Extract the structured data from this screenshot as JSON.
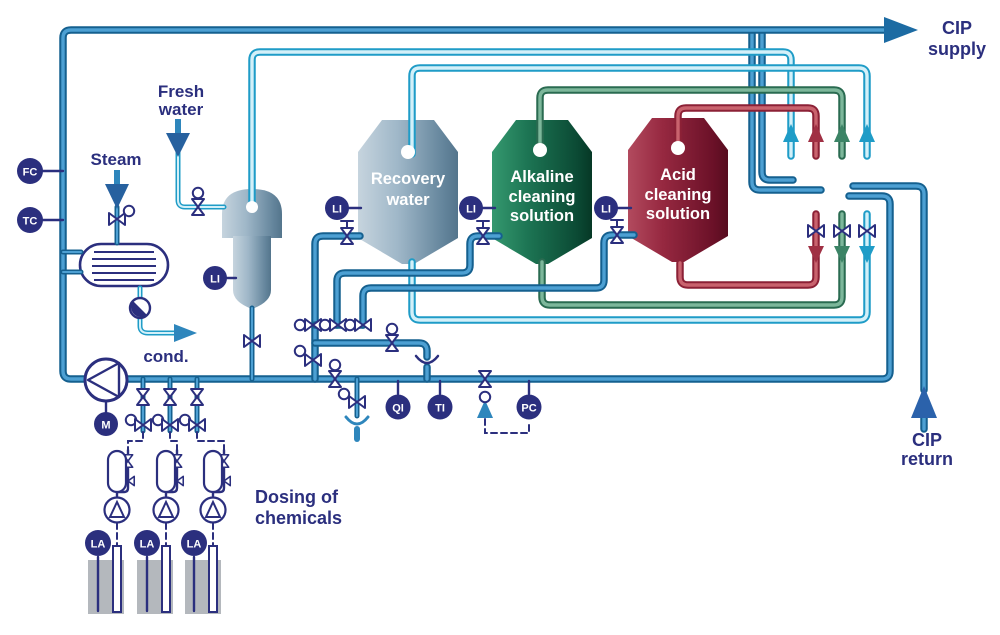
{
  "diagram": {
    "labels": {
      "steam": "Steam",
      "fresh_water_1": "Fresh",
      "fresh_water_2": "water",
      "cond": "cond.",
      "dosing_1": "Dosing of",
      "dosing_2": "chemicals",
      "cip_supply_1": "CIP",
      "cip_supply_2": "supply",
      "cip_return_1": "CIP",
      "cip_return_2": "return"
    },
    "tanks": [
      {
        "id": "recovery-water",
        "line1": "Recovery",
        "line2": "water",
        "line3": "",
        "color_light": "#c2d2de",
        "color_dark": "#54758c"
      },
      {
        "id": "alkaline-cleaning-solution",
        "line1": "Alkaline",
        "line2": "cleaning",
        "line3": "solution",
        "color_light": "#35996f",
        "color_dark": "#063826"
      },
      {
        "id": "acid-cleaning-solution",
        "line1": "Acid",
        "line2": "cleaning",
        "line3": "solution",
        "color_light": "#b24a5e",
        "color_dark": "#570c1f"
      }
    ],
    "instruments": {
      "fc": "FC",
      "tc": "TC",
      "li": "LI",
      "la": "LA",
      "m": "M",
      "qi": "QI",
      "ti": "TI",
      "pc": "PC"
    },
    "pipe_colors": {
      "product_blue": "#15608f",
      "rinse_cyan": "#1f9cc7",
      "alkaline_green": "#2a6b51",
      "acid_red": "#8c2136",
      "navy": "#2b2f7e"
    }
  }
}
